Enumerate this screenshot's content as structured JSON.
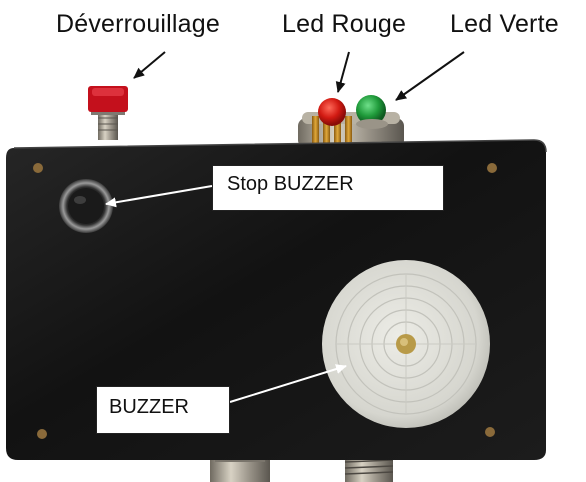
{
  "labels": {
    "unlock": "Déverrouillage",
    "red_led": "Led Rouge",
    "green_led": "Led Verte",
    "stop_buzzer": "Stop BUZZER",
    "buzzer": "BUZZER"
  },
  "colors": {
    "enclosure": "#161616",
    "red_button": "#c4101c",
    "red_led": "#d21a12",
    "green_led": "#1f9a3a",
    "buzzer_face": "#dcdcd6"
  }
}
